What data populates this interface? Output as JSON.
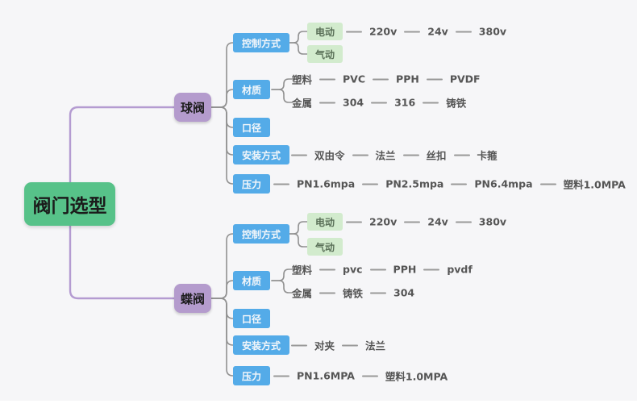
{
  "title": "阀门选型",
  "colors": {
    "background": "#f6f6f8",
    "root_green": "#57c289",
    "branch_purple": "#b49bcd",
    "category_blue": "#54abe8",
    "leaf_green_bg": "#d2ebcd",
    "leaf_green_text": "#5a7058",
    "purple_line": "#b49bd1",
    "gray_line": "#999999",
    "leaf_text": "#555555"
  },
  "ball_valve": {
    "label": "球阀",
    "control": {
      "label": "控制方式",
      "electric": "电动",
      "pneumatic": "气动",
      "volts": [
        "220v",
        "24v",
        "380v"
      ]
    },
    "material": {
      "label": "材质",
      "plastic": "塑料",
      "plastic_chain": [
        "PVC",
        "PPH",
        "PVDF"
      ],
      "metal": "金属",
      "metal_chain": [
        "304",
        "316",
        "铸铁"
      ]
    },
    "diameter": {
      "label": "口径"
    },
    "install": {
      "label": "安装方式",
      "chain": [
        "双由令",
        "法兰",
        "丝扣",
        "卡箍"
      ]
    },
    "pressure": {
      "label": "压力",
      "chain": [
        "PN1.6mpa",
        "PN2.5mpa",
        "PN6.4mpa",
        "塑料1.0MPA"
      ]
    }
  },
  "butterfly_valve": {
    "label": "蝶阀",
    "control": {
      "label": "控制方式",
      "electric": "电动",
      "pneumatic": "气动",
      "volts": [
        "220v",
        "24v",
        "380v"
      ]
    },
    "material": {
      "label": "材质",
      "plastic": "塑料",
      "plastic_chain": [
        "pvc",
        "PPH",
        "pvdf"
      ],
      "metal": "金属",
      "metal_chain": [
        "铸铁",
        "304"
      ]
    },
    "diameter": {
      "label": "口径"
    },
    "install": {
      "label": "安装方式",
      "chain": [
        "对夹",
        "法兰"
      ]
    },
    "pressure": {
      "label": "压力",
      "chain": [
        "PN1.6MPA",
        "塑料1.0MPA"
      ]
    }
  }
}
